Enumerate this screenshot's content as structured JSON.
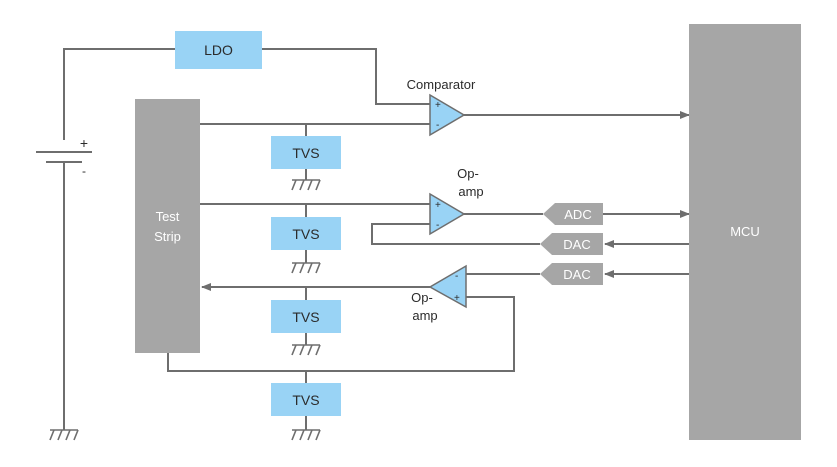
{
  "blocks": {
    "ldo": "LDO",
    "mcu": "MCU",
    "test_strip": [
      "Test",
      "Strip"
    ],
    "tvs": [
      "TVS",
      "TVS",
      "TVS",
      "TVS"
    ]
  },
  "converters": {
    "adc": "ADC",
    "dac_top": "DAC",
    "dac_bottom": "DAC"
  },
  "amplifiers": {
    "comparator": "Comparator",
    "opamp_top": [
      "Op-",
      "amp"
    ],
    "opamp_bottom": [
      "Op-",
      "amp"
    ]
  },
  "battery": {
    "plus": "+",
    "minus": "-"
  },
  "colors": {
    "wire": "#6e6e6e",
    "light_blue": "#99d3f5",
    "gray_block": "#a6a6a6",
    "converter_gray": "#a6a6a6",
    "text": "#2b2b2b",
    "block_text_light": "#ffffff"
  }
}
